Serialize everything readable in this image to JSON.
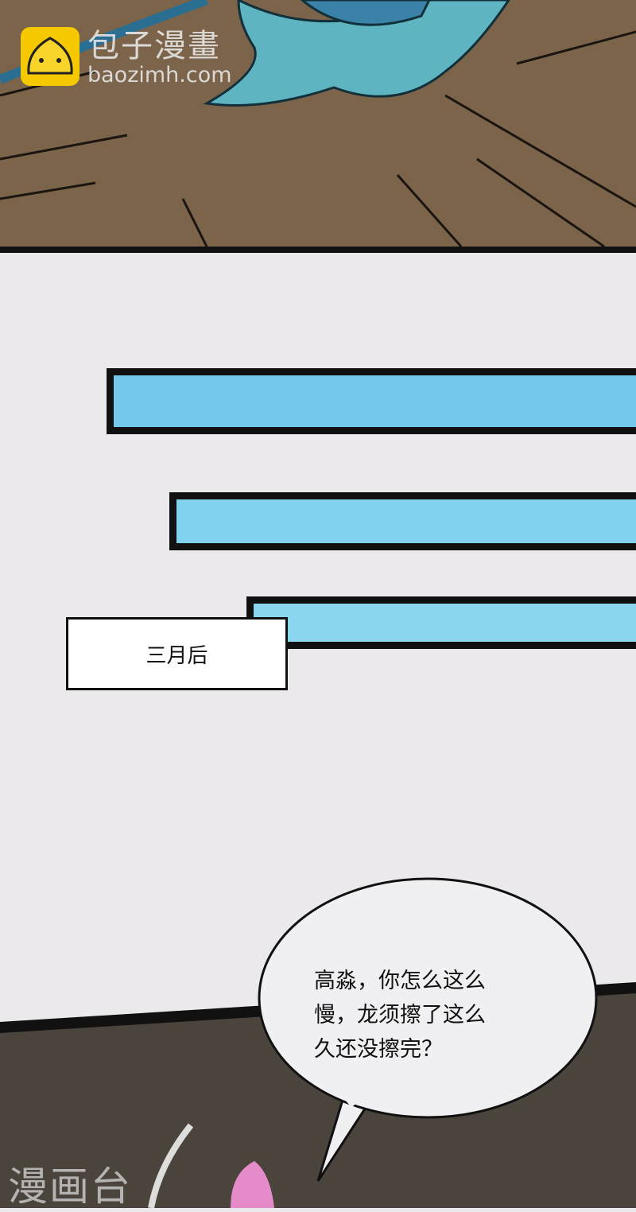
{
  "watermark_top": {
    "name": "包子漫畫",
    "url": "baozimh.com",
    "logo_icon": "steamed-bun-icon",
    "logo_color": "#f5c800"
  },
  "caption": {
    "text": "三月后"
  },
  "speech_bubble": {
    "lines": [
      "高淼，你怎么这么",
      "慢，龙须擦了这么",
      "久还没擦完？"
    ]
  },
  "watermark_bottom": {
    "name": "漫画台"
  },
  "colors": {
    "bar_blue": "#73c8ec",
    "ground": "#7a6349",
    "dark_panel": "#4a443d"
  }
}
